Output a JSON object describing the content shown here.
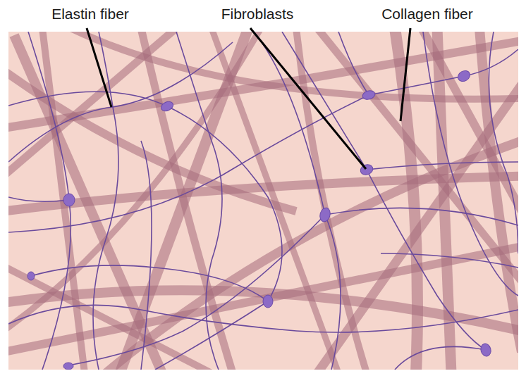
{
  "diagram": {
    "labels": [
      "Elastin fiber",
      "Fibroblasts",
      "Collagen fiber"
    ]
  }
}
